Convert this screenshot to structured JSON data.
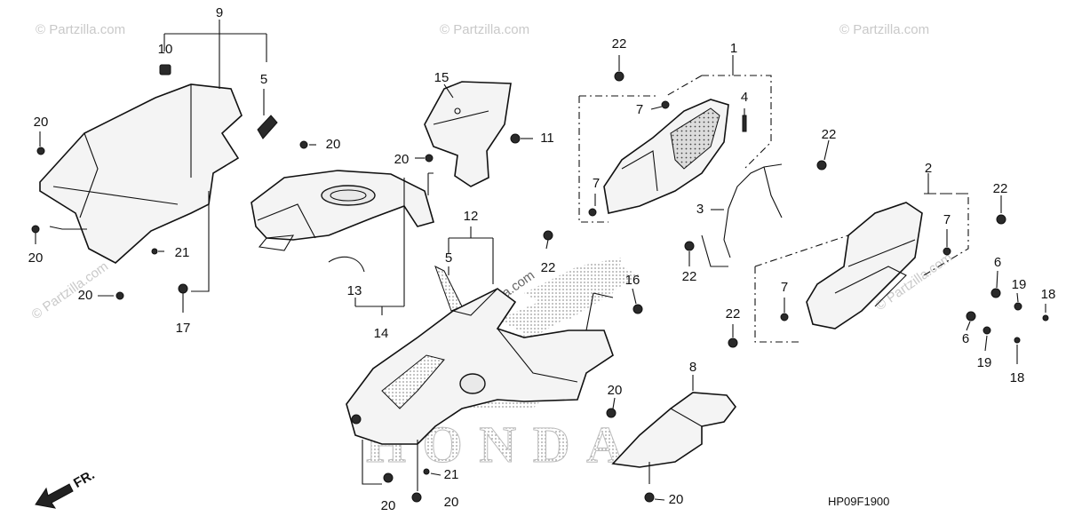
{
  "diagram": {
    "watermark": "© Partzilla.com",
    "watermark_center": "© Partzilla.com",
    "code": "HP09F1900",
    "direction_label": "FR.",
    "brand_lettering": "HONDA",
    "callouts": {
      "c1": "1",
      "c2": "2",
      "c3": "3",
      "c4": "4",
      "c5a": "5",
      "c5b": "5",
      "c6a": "6",
      "c6b": "6",
      "c7a": "7",
      "c7b": "7",
      "c7c": "7",
      "c7d": "7",
      "c8": "8",
      "c9": "9",
      "c10": "10",
      "c11": "11",
      "c12": "12",
      "c13": "13",
      "c14": "14",
      "c15": "15",
      "c16": "16",
      "c17": "17",
      "c18a": "18",
      "c18b": "18",
      "c19a": "19",
      "c19b": "19",
      "c20a": "20",
      "c20b": "20",
      "c20c": "20",
      "c20d": "20",
      "c20e": "20",
      "c20f": "20",
      "c20g": "20",
      "c20h": "20",
      "c20i": "20",
      "c21a": "21",
      "c21b": "21",
      "c22a": "22",
      "c22b": "22",
      "c22c": "22",
      "c22d": "22",
      "c22e": "22",
      "c22f": "22"
    }
  }
}
